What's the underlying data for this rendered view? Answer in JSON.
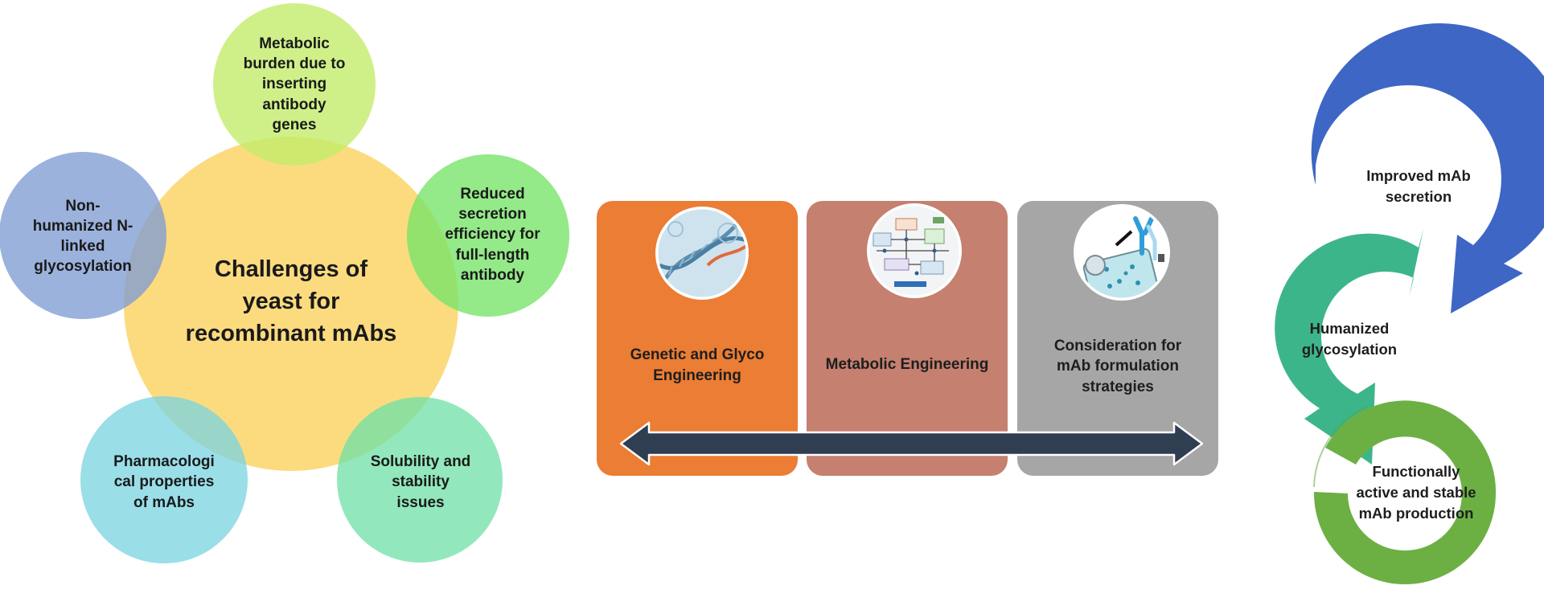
{
  "colors": {
    "center_circle": "#fcd771",
    "top_circle": "#ccef7f",
    "right_circle": "#8ee87e",
    "bottom_right_circle": "#7ae4ad",
    "bottom_left_circle": "#86d7e3",
    "left_circle": "#8fa9da",
    "pillar_genetic": "#eb7d34",
    "pillar_metabolic": "#c5806f",
    "pillar_formulation": "#a6a6a6",
    "double_arrow": "#2f3e50",
    "cycle_blue": "#3d66c5",
    "cycle_teal": "#3db58a",
    "cycle_green": "#6cb044"
  },
  "challenges": {
    "center": [
      "Challenges of",
      "yeast for",
      "recombinant mAbs"
    ],
    "top": [
      "Metabolic",
      "burden due to",
      "inserting",
      "antibody",
      "genes"
    ],
    "right": [
      "Reduced",
      "secretion",
      "efficiency for",
      "full-length",
      "antibody"
    ],
    "bottom_right": [
      "Solubility and",
      "stability",
      "issues"
    ],
    "bottom_left": [
      "Pharmacologi",
      "cal properties",
      "of mAbs"
    ],
    "left": [
      "Non-",
      "humanized N-",
      "linked",
      "glycosylation"
    ]
  },
  "pillars": [
    {
      "label": [
        "Genetic and Glyco",
        "Engineering"
      ],
      "icon": "dna-helix-icon"
    },
    {
      "label": [
        "Metabolic Engineering"
      ],
      "icon": "metabolic-pathway-icon"
    },
    {
      "label": [
        "Consideration for",
        "mAb formulation",
        "strategies"
      ],
      "icon": "antibody-formulation-icon"
    }
  ],
  "cycle": {
    "step1": [
      "Improved mAb",
      "secretion"
    ],
    "step2": [
      "Humanized",
      "glycosylation"
    ],
    "step3": [
      "Functionally",
      "active and stable",
      "mAb production"
    ]
  }
}
